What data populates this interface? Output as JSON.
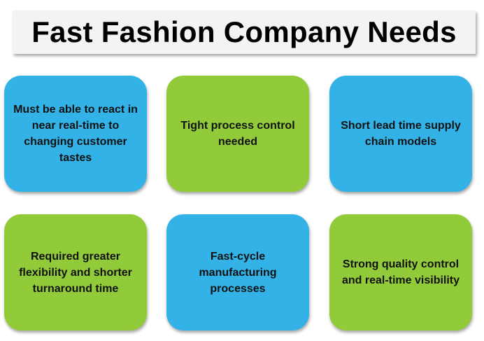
{
  "title": "Fast Fashion Company Needs",
  "colors": {
    "blue": "#32b2e6",
    "green": "#92cb3a",
    "title_background": "#f3f3f3"
  },
  "cards": [
    {
      "text": "Must be able to react in near real-time to changing customer tastes",
      "color": "blue"
    },
    {
      "text": "Tight process control needed",
      "color": "green"
    },
    {
      "text": "Short lead time supply chain models",
      "color": "blue"
    },
    {
      "text": "Required greater flexibility and shorter turnaround time",
      "color": "green"
    },
    {
      "text": "Fast-cycle manufacturing processes",
      "color": "blue"
    },
    {
      "text": "Strong quality control and real-time visibility",
      "color": "green"
    }
  ]
}
